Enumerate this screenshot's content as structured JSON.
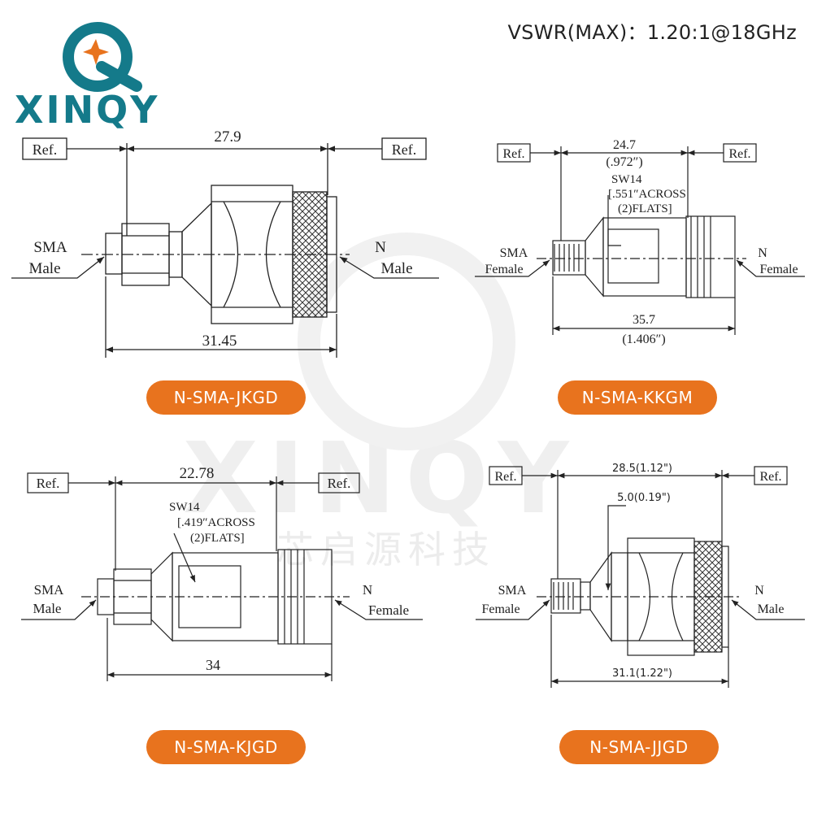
{
  "header": {
    "spec": "VSWR(MAX)：1.20:1@18GHz"
  },
  "logo": {
    "text": "XINQY"
  },
  "watermark": {
    "text": "XINQY",
    "cn": "芯启源科技"
  },
  "diagrams": [
    {
      "ref_left": "Ref.",
      "ref_right": "Ref.",
      "dim_top": "27.9",
      "dim_bottom": "31.45",
      "left_label_1": "SMA",
      "left_label_2": "Male",
      "right_label_1": "N",
      "right_label_2": "Male",
      "model": "N-SMA-JKGD"
    },
    {
      "ref_left": "Ref.",
      "ref_right": "Ref.",
      "dim_top": "24.7",
      "dim_top_in": "(.972″)",
      "sw_1": "SW14",
      "sw_2": "[.551″ACROSS",
      "sw_3": "(2)FLATS]",
      "dim_bottom": "35.7",
      "dim_bottom_in": "(1.406″)",
      "left_label_1": "SMA",
      "left_label_2": "Female",
      "right_label_1": "N",
      "right_label_2": "Female",
      "model": "N-SMA-KKGM"
    },
    {
      "ref_left": "Ref.",
      "ref_right": "Ref.",
      "dim_top": "22.78",
      "sw_1": "SW14",
      "sw_2": "[.419″ACROSS",
      "sw_3": "(2)FLATS]",
      "dim_bottom": "34",
      "left_label_1": "SMA",
      "left_label_2": "Male",
      "right_label_1": "N",
      "right_label_2": "Female",
      "model": "N-SMA-KJGD"
    },
    {
      "ref_left": "Ref.",
      "ref_right": "Ref.",
      "dim_top": "28.5(1.12\")",
      "dim_hex": "5.0(0.19\")",
      "dim_bottom": "31.1(1.22\")",
      "left_label_1": "SMA",
      "left_label_2": "Female",
      "right_label_1": "N",
      "right_label_2": "Male",
      "model": "N-SMA-JJGD"
    }
  ]
}
